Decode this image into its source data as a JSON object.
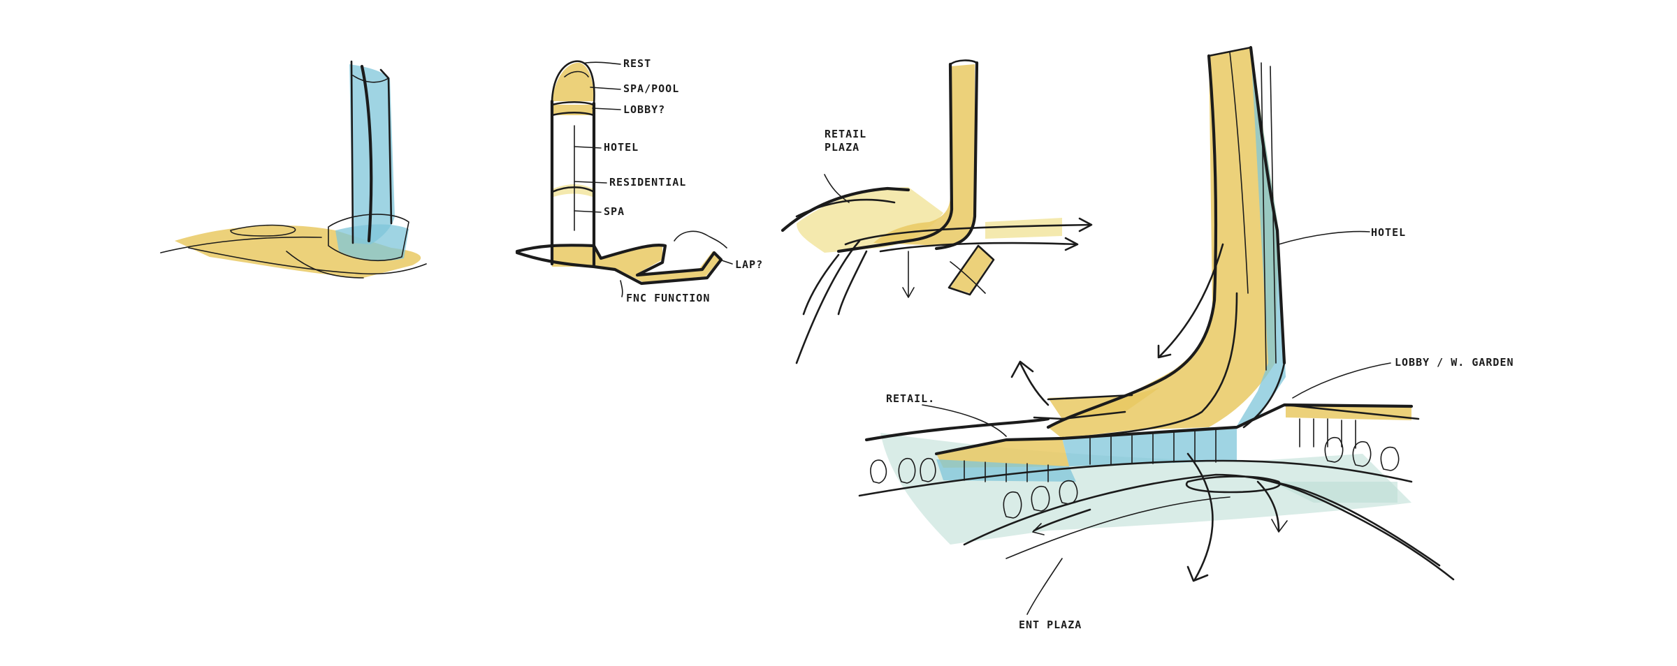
{
  "labels": {
    "sketch2": {
      "rest": "REST",
      "spa_pool": "SPA/POOL",
      "lobby": "LOBBY?",
      "hotel": "HOTEL",
      "residential": "RESIDENTIAL",
      "spa": "SPA",
      "function": "FNC FUNCTION",
      "lap": "LAP?"
    },
    "sketch3": {
      "retail_plaza_line1": "RETAIL",
      "retail_plaza_line2": "PLAZA"
    },
    "sketch4": {
      "hotel": "HOTEL",
      "lobby_garden": "LOBBY / W. GARDEN",
      "retail": "RETAIL.",
      "ent_plaza": "ENT PLAZA"
    }
  },
  "colors": {
    "ink": "#1b1b1b",
    "yellow": "#e9c963",
    "blue": "#7fc6d9",
    "teal": "#b9ddd3"
  }
}
